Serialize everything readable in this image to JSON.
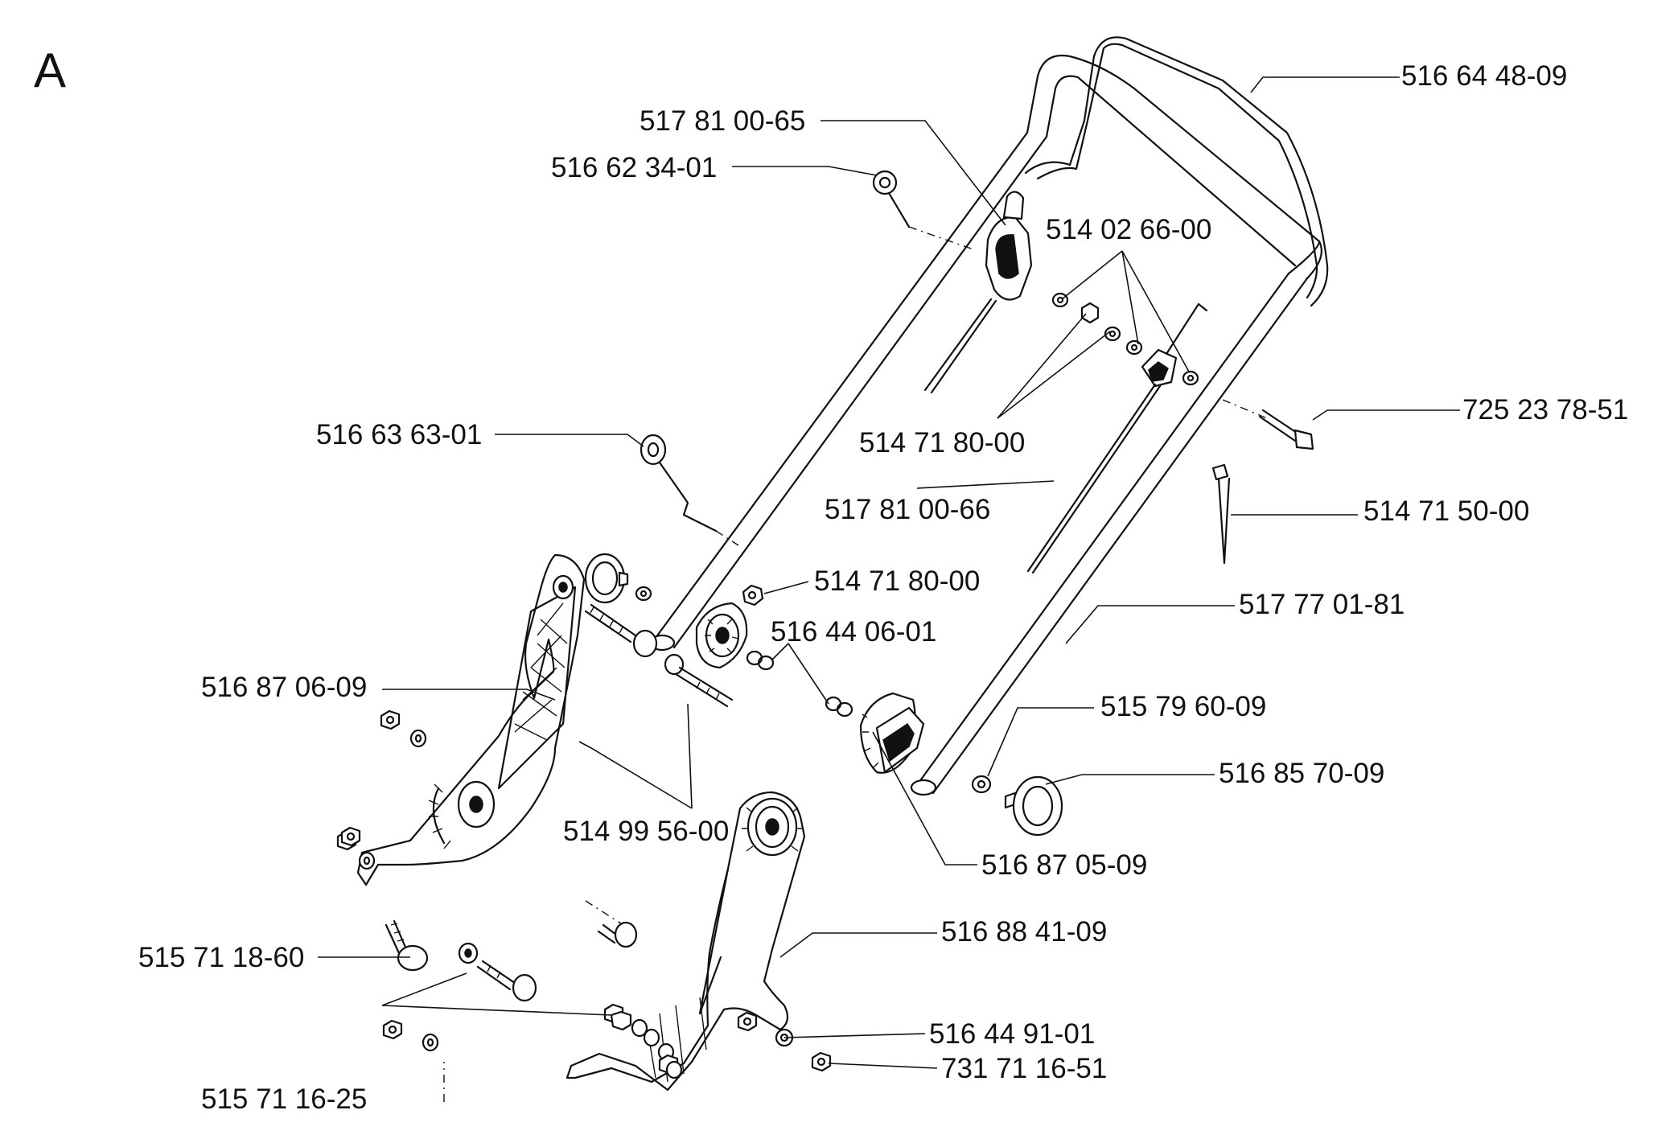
{
  "section_letter": "A",
  "part_numbers": [
    "516 64 48-09",
    "517 81 00-65",
    "516 62 34-01",
    "514 02 66-00",
    "514 71 80-00",
    "725 23 78-51",
    "516 63 63-01",
    "517 81 00-66",
    "514 71 50-00",
    "514 71 80-00",
    "517 77 01-81",
    "516 44 06-01",
    "516 87 06-09",
    "515 79 60-09",
    "516 85 70-09",
    "514 99 56-00",
    "516 87 05-09",
    "516 88 41-09",
    "515 71 18-60",
    "516 44 91-01",
    "731 71 16-51",
    "515 71 16-25"
  ]
}
